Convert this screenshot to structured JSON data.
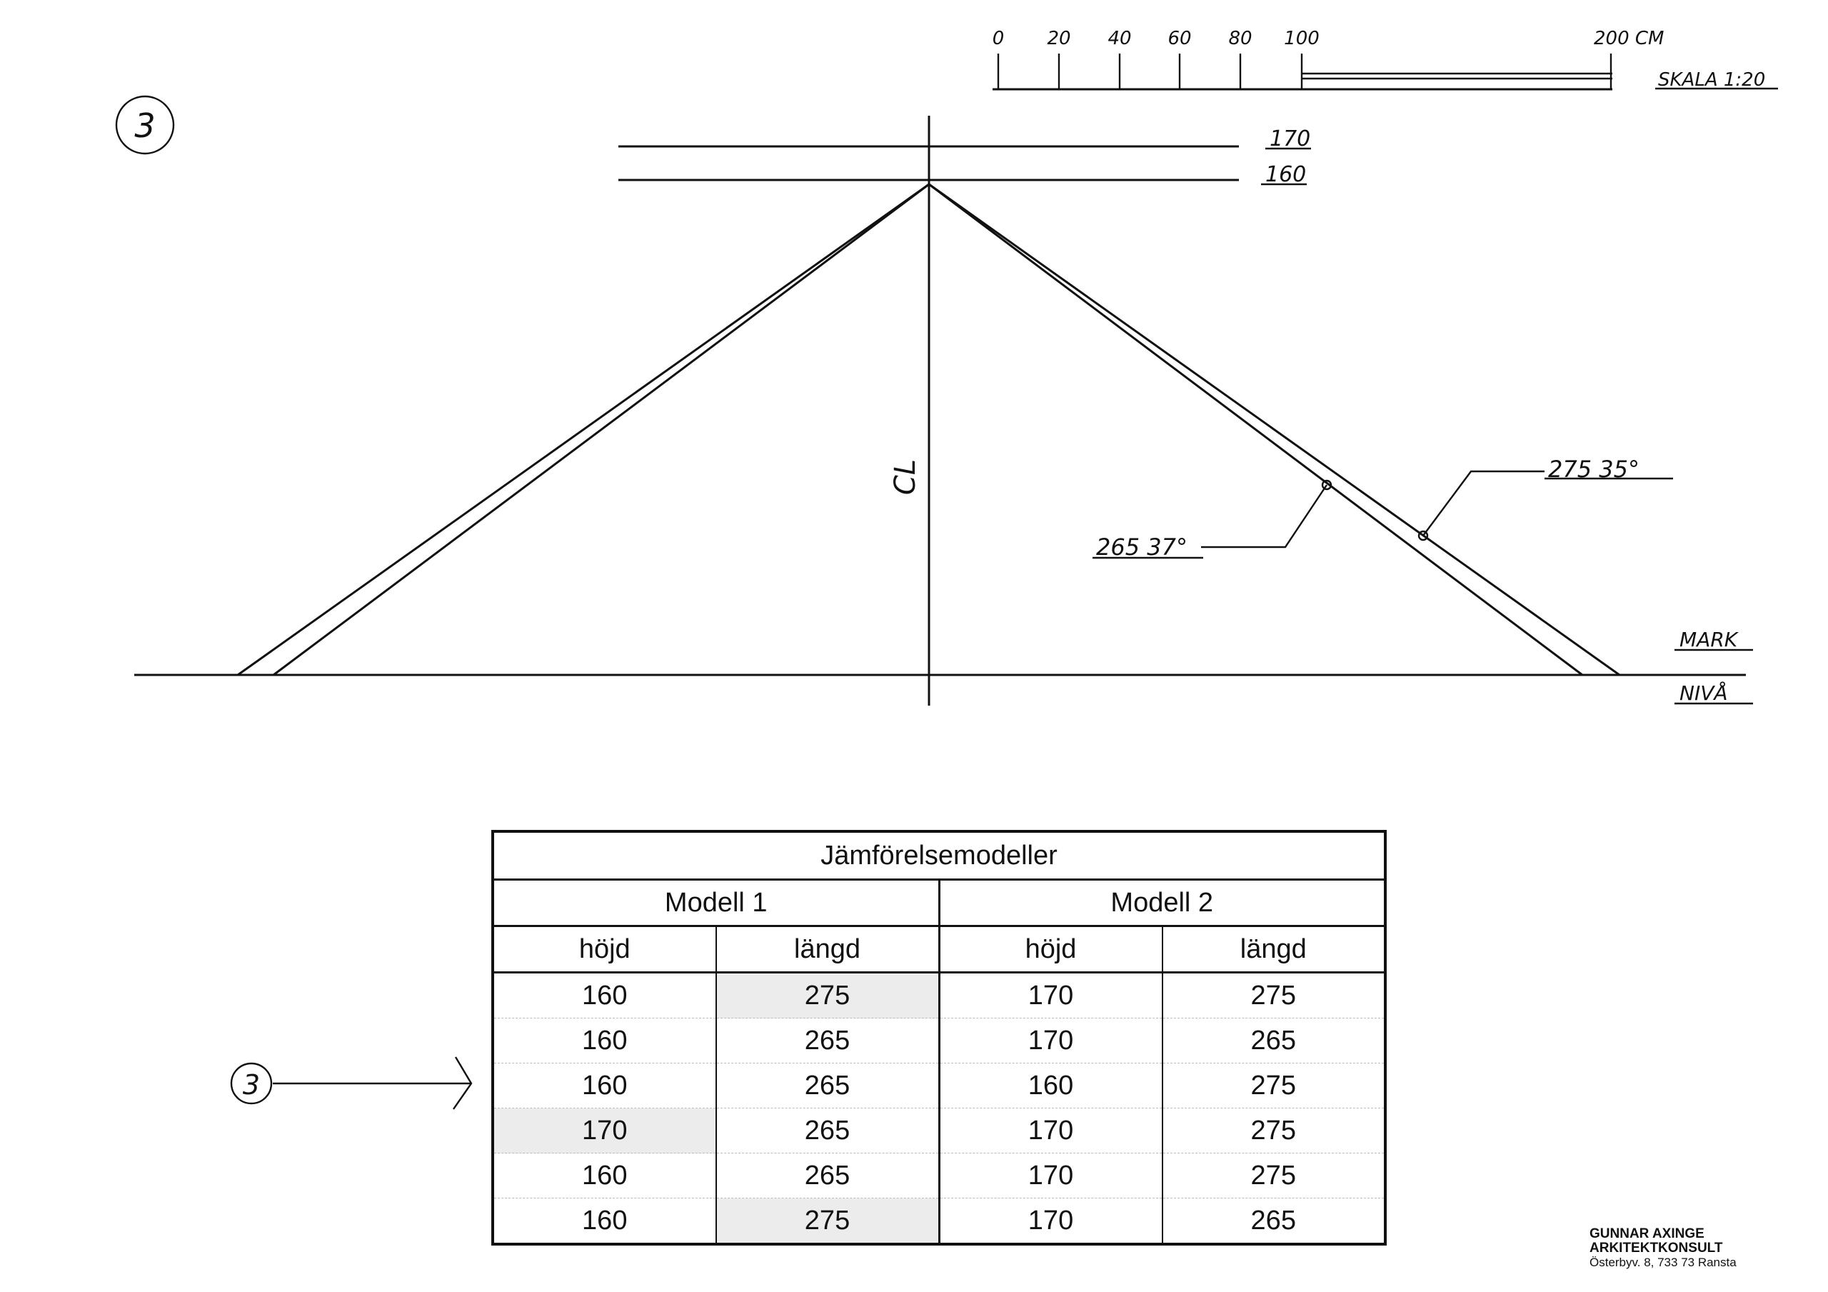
{
  "sheet": {
    "number": "3"
  },
  "scale": {
    "ticks": [
      "0",
      "20",
      "40",
      "60",
      "80",
      "100"
    ],
    "end_label": "200 CM",
    "caption": "SKALA 1:20"
  },
  "levels": [
    {
      "label": "170"
    },
    {
      "label": "160"
    }
  ],
  "centerline_label": "CL",
  "annotations": {
    "inner": "265 37°",
    "outer": "275 35°"
  },
  "ground": {
    "line1": "MARK",
    "line2": "NIVÅ"
  },
  "table": {
    "title": "Jämförelsemodeller",
    "models": [
      "Modell 1",
      "Modell 2"
    ],
    "columns": [
      "höjd",
      "längd",
      "höjd",
      "längd"
    ],
    "rows": [
      [
        "160",
        "275",
        "170",
        "275"
      ],
      [
        "160",
        "265",
        "170",
        "265"
      ],
      [
        "160",
        "265",
        "160",
        "275"
      ],
      [
        "170",
        "265",
        "170",
        "275"
      ],
      [
        "160",
        "265",
        "170",
        "275"
      ],
      [
        "160",
        "275",
        "170",
        "265"
      ]
    ],
    "row_marker": "3"
  },
  "footer": {
    "line1": "GUNNAR AXINGE",
    "line2": "ARKITEKTKONSULT",
    "line3": "Österbyv. 8, 733 73  Ransta"
  }
}
